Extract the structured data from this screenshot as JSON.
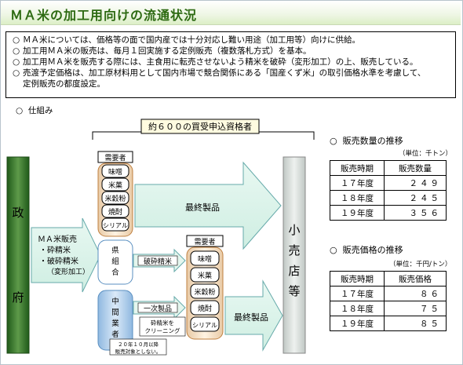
{
  "title": "ＭＡ米の加工用向けの流通状況",
  "notes": [
    {
      "bullet": "○",
      "text": "ＭＡ米については、価格等の面で国内産では十分対応し難い用途（加工用等）向けに供給。"
    },
    {
      "bullet": "○",
      "text": "加工用ＭＡ米の販売は、毎月１回実施する定例販売（複数落札方式）を基本。"
    },
    {
      "bullet": "○",
      "text": "加工用ＭＡ米を販売する際には、主食用に転売させないよう精米を破砕（変形加工）の上、販売している。"
    },
    {
      "bullet": "○",
      "text": "売渡予定価格は、加工原材料用として国内市場で競合関係にある「国産くず米」の取引価格水準を考慮して、"
    },
    {
      "bullet": "",
      "text": "定例販売の都度設定。"
    }
  ],
  "shikumi": {
    "bullet": "○",
    "label": "仕組み"
  },
  "diagram": {
    "qualified": "約６００の買受申込資格者",
    "gov": [
      "政",
      "府"
    ],
    "ma_sale": [
      "ＭＡ米販売",
      "・砕精米",
      "・破砕精米",
      "（変形加工）"
    ],
    "demand_label": "需要者",
    "demand_items": [
      "味噌",
      "米菓",
      "米穀粉",
      "焼酎",
      "シリアル"
    ],
    "final_product": "最終製品",
    "ken_kumiai": [
      "県",
      "組",
      "合"
    ],
    "hasai_label": "破砕精米",
    "chukan": [
      "中",
      "間",
      "業",
      "者"
    ],
    "ichiji": "一次製品",
    "clean_note": [
      "砕精米を",
      "クリーニング"
    ],
    "small_note": [
      "２０年１０月以降",
      "販売対象としない。"
    ],
    "retail": [
      "小",
      "売",
      "店",
      "等"
    ]
  },
  "sales_qty": {
    "bullet": "○",
    "title": "販売数量の推移",
    "unit": "（単位：千トン）",
    "headers": [
      "販売時期",
      "販売数量"
    ],
    "rows": [
      [
        "１７年度",
        "２４９"
      ],
      [
        "１８年度",
        "２４５"
      ],
      [
        "１９年度",
        "３５６"
      ]
    ]
  },
  "sales_price": {
    "bullet": "○",
    "title": "販売価格の推移",
    "unit": "（単位：千円/トン）",
    "headers": [
      "販売時期",
      "販売価格"
    ],
    "rows": [
      [
        "１７年度",
        "８６"
      ],
      [
        "１８年度",
        "７５"
      ],
      [
        "１９年度",
        "８５"
      ]
    ]
  },
  "colors": {
    "title": "#2d6a12",
    "gov": "#2e6b26",
    "retail": "#d6dcd8",
    "demand": "#f2ddc3",
    "ken": "#ffffff",
    "chukan": "#bdd7f0",
    "arrow": "#ddf3ea",
    "qualified_bg": "#fffbe0"
  }
}
